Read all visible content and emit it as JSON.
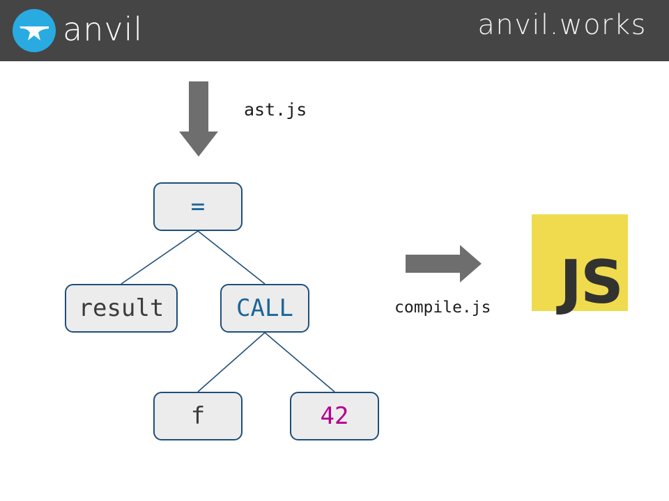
{
  "header": {
    "brand_name": "anvil",
    "brand_icon": "anvil-logo-icon",
    "site_url": "anvil.works",
    "background_color": "#454545",
    "logo_circle_color": "#29abe2"
  },
  "diagram": {
    "type": "ast-compilation-pipeline",
    "input_arrow": {
      "icon": "arrow-down-icon",
      "color": "#6e6e6e",
      "label": "ast.js"
    },
    "output_arrow": {
      "icon": "arrow-right-icon",
      "color": "#6e6e6e",
      "label": "compile.js"
    },
    "tree": {
      "node_fill": "#ececec",
      "node_border": "#1f4e79",
      "edge_color": "#1f4e79",
      "nodes": [
        {
          "id": "op",
          "label": "=",
          "color": "#1a6699",
          "role": "assignment-operator"
        },
        {
          "id": "result",
          "label": "result",
          "color": "#3b3b3b",
          "role": "identifier"
        },
        {
          "id": "call",
          "label": "CALL",
          "color": "#1a6699",
          "role": "call-expression"
        },
        {
          "id": "fn",
          "label": "f",
          "color": "#3b3b3b",
          "role": "callee-identifier"
        },
        {
          "id": "num",
          "label": "42",
          "color": "#b5008f",
          "role": "numeric-literal"
        }
      ],
      "edges": [
        {
          "from": "op",
          "to": "result"
        },
        {
          "from": "op",
          "to": "call"
        },
        {
          "from": "call",
          "to": "fn"
        },
        {
          "from": "call",
          "to": "num"
        }
      ]
    },
    "target": {
      "name": "JS",
      "badge_text": "JS",
      "background_color": "#f0db4f",
      "text_color": "#323330"
    }
  }
}
